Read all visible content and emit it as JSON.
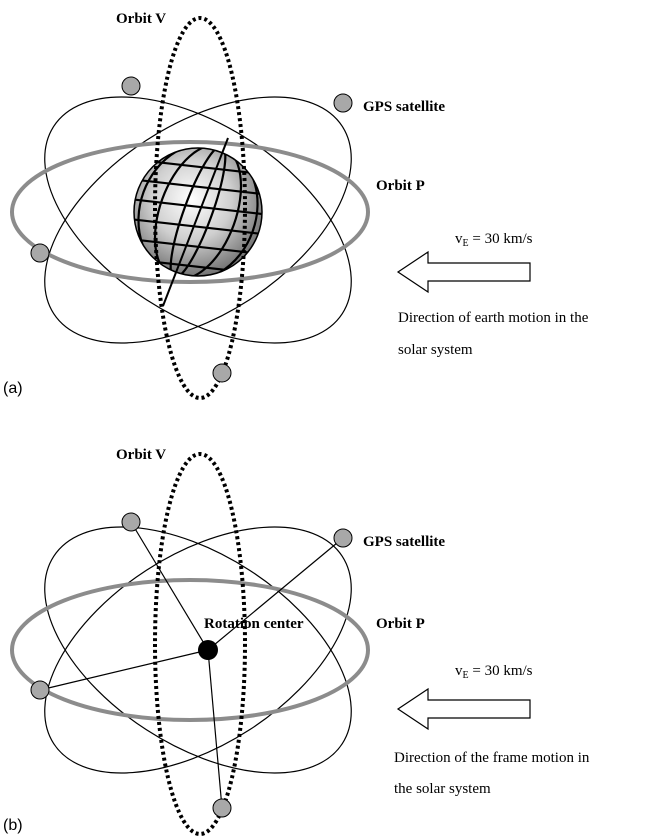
{
  "panel_a": {
    "tag": "(a)",
    "orbit_v_label": "Orbit V",
    "orbit_p_label": "Orbit P",
    "gps_label": "GPS satellite",
    "velocity_v": "v",
    "velocity_sub": "E",
    "velocity_value": " = 30 km/s",
    "direction_line1": "Direction of earth motion in the",
    "direction_line2": "solar system"
  },
  "panel_b": {
    "tag": "(b)",
    "orbit_v_label": "Orbit V",
    "orbit_p_label": "Orbit P",
    "gps_label": "GPS satellite",
    "center_label": "Rotation center",
    "velocity_v": "v",
    "velocity_sub": "E",
    "velocity_value": " = 30 km/s",
    "direction_line1": "Direction of the frame motion in",
    "direction_line2": "the solar system"
  },
  "colors": {
    "orbit_p": "#8c8c8c",
    "satellite_fill": "#a8a8a8",
    "line": "#000000"
  }
}
